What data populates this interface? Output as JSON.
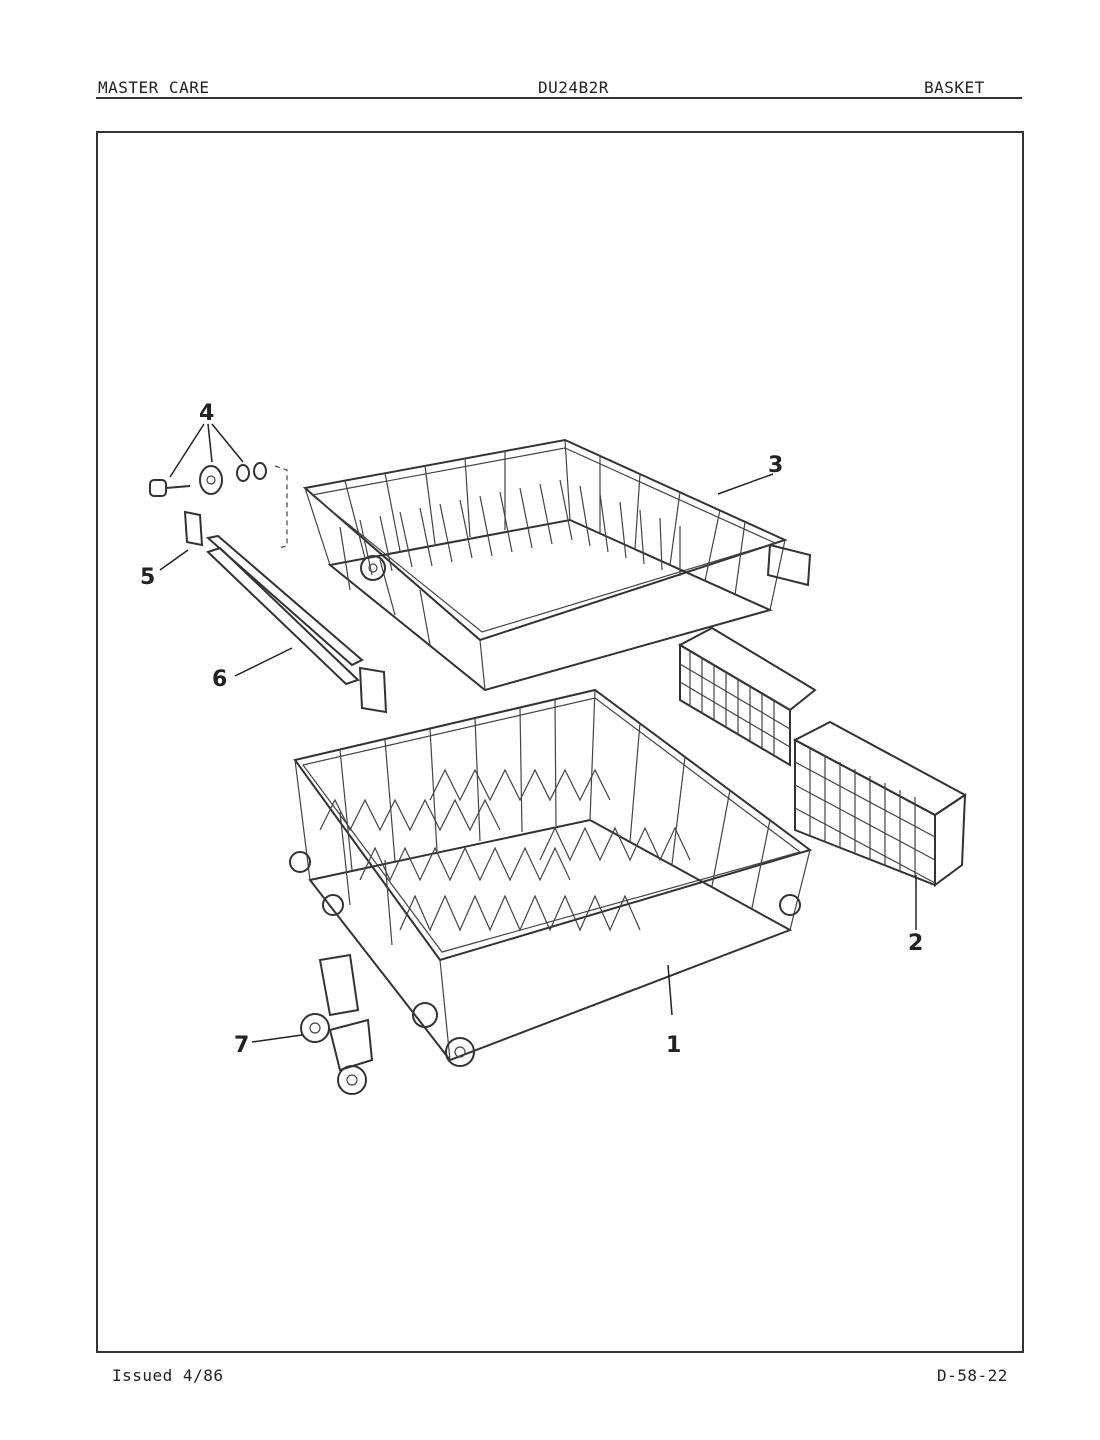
{
  "header": {
    "left": "MASTER CARE",
    "center": "DU24B2R",
    "right": "BASKET"
  },
  "callouts": [
    "1",
    "2",
    "3",
    "4",
    "5",
    "6",
    "7"
  ],
  "footer": {
    "left": "Issued 4/86",
    "right": "D-58-22"
  }
}
